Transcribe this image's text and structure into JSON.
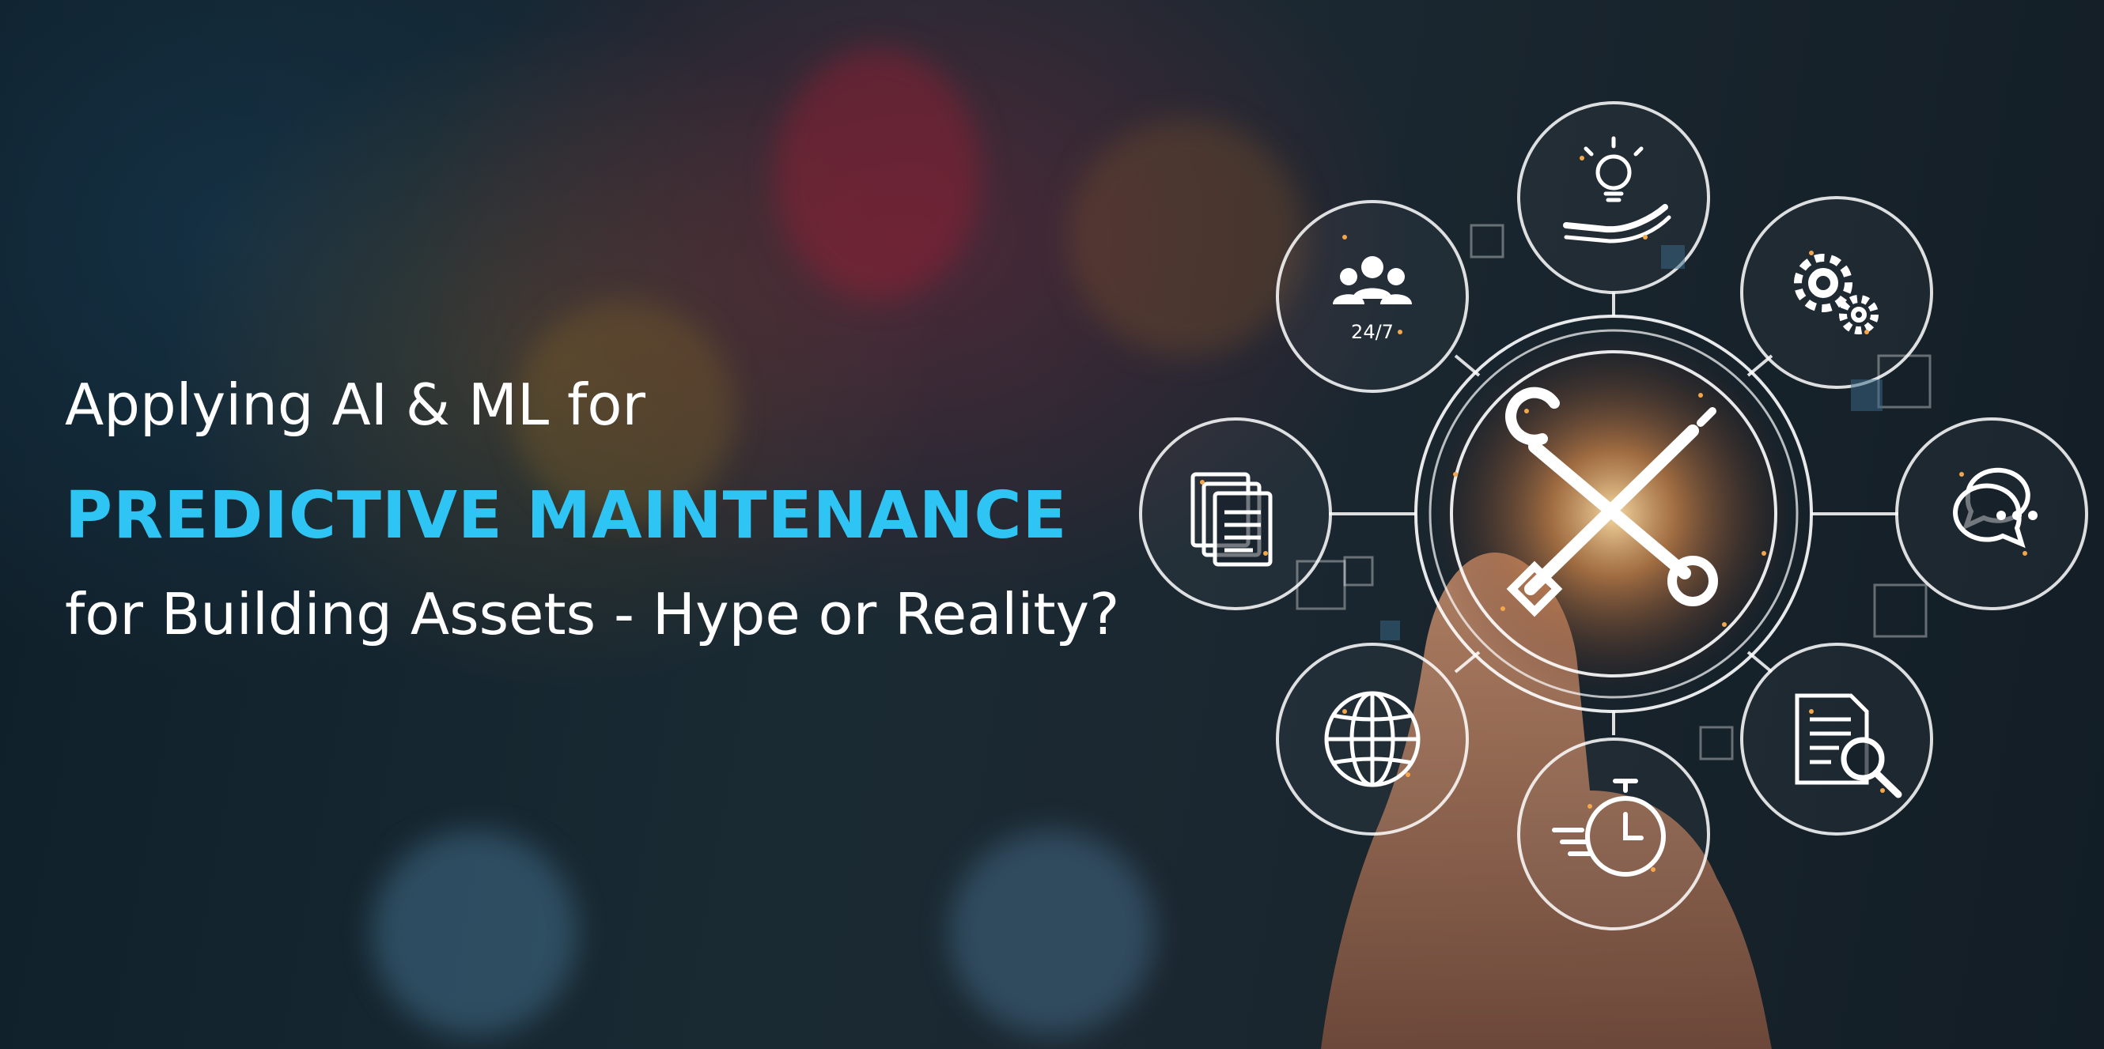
{
  "headline": {
    "line1": "Applying AI & ML for",
    "line2": "PREDICTIVE MAINTENANCE",
    "line3": "for Building Assets - Hype or Reality?"
  },
  "icons": {
    "center": "wrench-screwdriver-icon",
    "top": "lightbulb-hand-icon",
    "top_left": "support-team-24-7-icon",
    "top_right": "gears-icon",
    "left": "documents-icon",
    "right": "chat-bubbles-icon",
    "bottom_left": "globe-icon",
    "bottom": "stopwatch-icon",
    "bottom_right": "document-search-icon"
  },
  "support_label": "24/7",
  "colors": {
    "accent": "#2ec4f3",
    "text": "#ffffff"
  }
}
